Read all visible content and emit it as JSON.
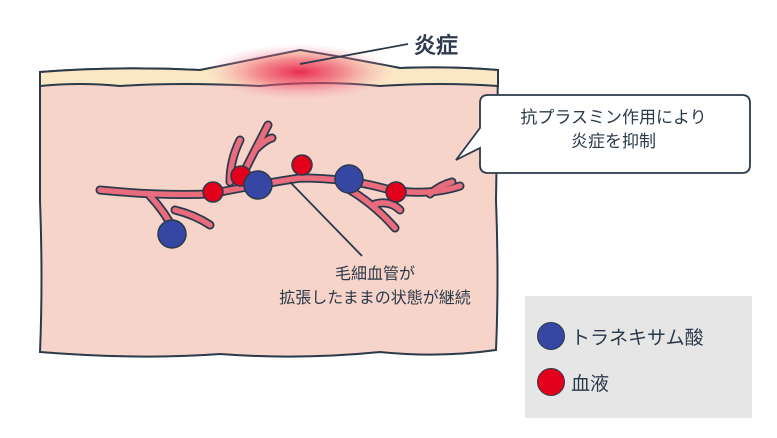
{
  "labels": {
    "inflammation": "炎症",
    "callout_line1": "抗プラスミン作用により",
    "callout_line2": "炎症を抑制",
    "capillary_line1": "毛細血管が",
    "capillary_line2": "拡張したままの状態が継続"
  },
  "legend": {
    "items": [
      {
        "label": "トラネキサム酸",
        "color": "#3546a3"
      },
      {
        "label": "血液",
        "color": "#e3001b"
      }
    ]
  },
  "colors": {
    "skin": "#f7d4c9",
    "skin_surface": "#fae7c4",
    "outline": "#2b3a4a",
    "vessel": "#e86b7e",
    "inflammation_glow": "#e8214a",
    "legend_bg": "#e6e6e6"
  },
  "icons": {
    "tranexamic_acid": "blue-circle",
    "blood": "red-circle"
  }
}
